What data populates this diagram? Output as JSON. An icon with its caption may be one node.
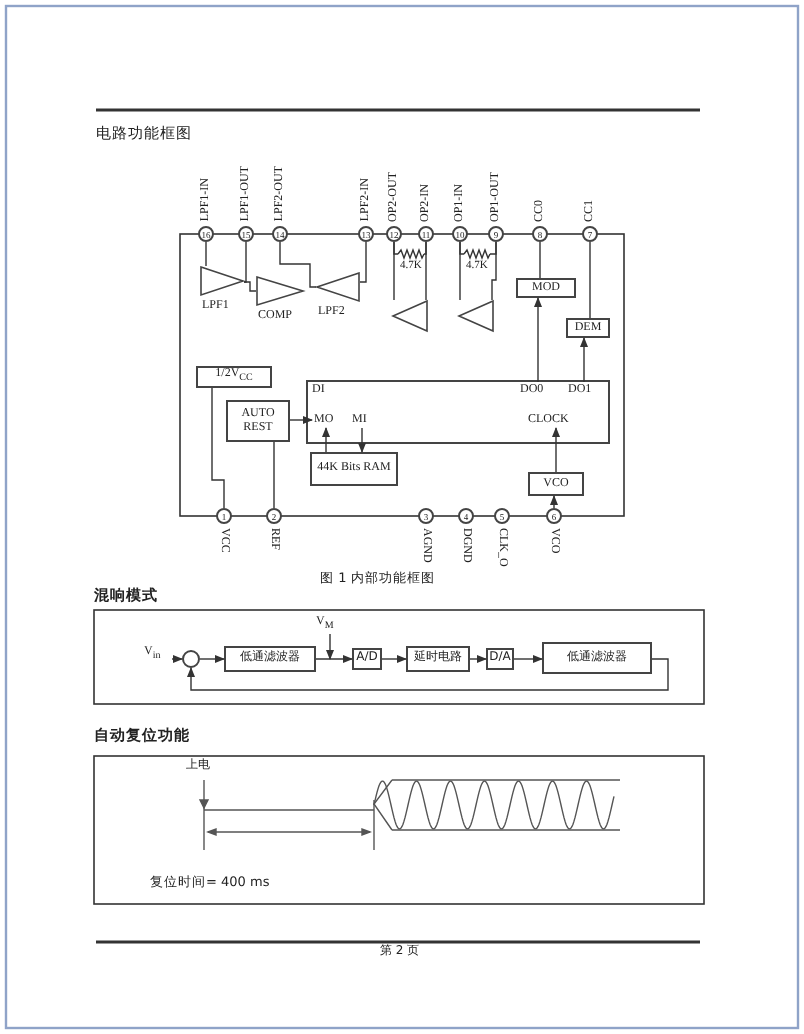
{
  "diagram": {
    "caption": "图 1 内部功能框图",
    "nodes": [
      {
        "text": [
          "16"
        ],
        "beside": [
          "LPF1-IN"
        ]
      },
      {
        "text": [
          "15"
        ],
        "beside": [
          "LPF1-OUT"
        ]
      },
      {
        "text": [
          "14"
        ],
        "beside": [
          "LPF2-OUT"
        ]
      },
      {
        "text": [
          "13"
        ],
        "beside": [
          "LPF2-IN"
        ]
      },
      {
        "text": [
          "12"
        ],
        "beside": [
          "OP2-OUT"
        ]
      },
      {
        "text": [
          "11"
        ],
        "beside": [
          "OP2-IN"
        ]
      },
      {
        "text": [
          "10"
        ],
        "beside": [
          "OP1-IN"
        ]
      },
      {
        "text": [
          "9"
        ],
        "beside": [
          "OP1-OUT"
        ]
      },
      {
        "text": [
          "8"
        ],
        "beside": [
          "CC0"
        ]
      },
      {
        "text": [
          "7"
        ],
        "beside": [
          "CC1"
        ]
      },
      {
        "text": [],
        "shape": "triangle",
        "beside": [
          "LPF1"
        ]
      },
      {
        "text": [],
        "shape": "triangle",
        "beside": [
          "COMP"
        ]
      },
      {
        "text": [],
        "shape": "triangle",
        "beside": [
          "LPF2"
        ]
      },
      {
        "text": [],
        "shape": "triangle"
      },
      {
        "text": [],
        "shape": "triangle"
      },
      {
        "text": [
          "MOD"
        ]
      },
      {
        "text": [
          "DEM"
        ]
      },
      {
        "text": [
          "1/2V$_{CC}$"
        ]
      },
      {
        "text": [
          "AUTO REST"
        ]
      },
      {
        "text": [],
        "shape": "box"
      },
      {
        "text": [
          "DI"
        ],
        "in": 19
      },
      {
        "text": [
          "DO0"
        ],
        "in": 19
      },
      {
        "text": [
          "DO1"
        ],
        "in": 19
      },
      {
        "text": [
          "MO"
        ],
        "in": 19
      },
      {
        "text": [
          "MI"
        ],
        "in": 19
      },
      {
        "text": [
          "CLOCK"
        ],
        "in": 19
      },
      {
        "text": [
          "44K Bits RAM"
        ]
      },
      {
        "text": [
          "VCO"
        ]
      },
      {
        "text": [
          "1"
        ],
        "beside": [
          "VCC"
        ]
      },
      {
        "text": [
          "2"
        ],
        "beside": [
          "REF"
        ]
      },
      {
        "text": [
          "3"
        ],
        "beside": [
          "AGND"
        ]
      },
      {
        "text": [
          "4"
        ],
        "beside": [
          "DGND"
        ]
      },
      {
        "text": [
          "5"
        ],
        "beside": [
          "CLK_O"
        ]
      },
      {
        "text": [
          "6"
        ],
        "beside": [
          "VCO"
        ]
      },
      {
        "text": [
          "V$_{in}$"
        ]
      },
      {
        "text": [],
        "shape": "circle"
      },
      {
        "text": [
          "低通滤波器"
        ]
      },
      {
        "text": [
          "V$_{M}$"
        ]
      },
      {
        "text": [
          "A/D"
        ]
      },
      {
        "text": [
          "延时电路"
        ]
      },
      {
        "text": [
          "D/A"
        ]
      },
      {
        "text": [
          "低通滤波器"
        ]
      },
      {
        "text": [
          "4.7K"
        ]
      },
      {
        "text": [
          "4.7K"
        ]
      }
    ],
    "edges": [
      {
        "from": 0,
        "to": 10,
        "arrow": "none"
      },
      {
        "from": 1,
        "to": 10,
        "arrow": "none"
      },
      {
        "from": 10,
        "to": 11,
        "arrow": "none"
      },
      {
        "from": 2,
        "to": 12,
        "arrow": "none"
      },
      {
        "from": 3,
        "to": 12,
        "arrow": "none"
      },
      {
        "from": 4,
        "to": 13,
        "arrow": "none"
      },
      {
        "from": 5,
        "to": 13,
        "arrow": "none"
      },
      {
        "from": 6,
        "to": 14,
        "arrow": "none"
      },
      {
        "from": 7,
        "to": 14,
        "arrow": "none"
      },
      {
        "from": 15,
        "to": 8,
        "arrow": "none"
      },
      {
        "from": 16,
        "to": 9,
        "arrow": "none"
      },
      {
        "from": 21,
        "to": 15,
        "arrow": "to"
      },
      {
        "from": 22,
        "to": 16,
        "arrow": "to"
      },
      {
        "from": 18,
        "to": 23,
        "arrow": "to"
      },
      {
        "from": 26,
        "to": 23,
        "arrow": "to"
      },
      {
        "from": 24,
        "to": 26,
        "arrow": "to"
      },
      {
        "from": 27,
        "to": 25,
        "arrow": "to"
      },
      {
        "from": 33,
        "to": 27,
        "arrow": "to"
      },
      {
        "from": 29,
        "to": 18,
        "arrow": "none"
      },
      {
        "from": 28,
        "to": 17,
        "arrow": "none"
      },
      {
        "from": 34,
        "to": 35,
        "arrow": "to"
      },
      {
        "from": 35,
        "to": 36,
        "arrow": "to"
      },
      {
        "from": 36,
        "to": 38,
        "arrow": "to"
      },
      {
        "from": 37,
        "to": null,
        "arrow": "to"
      },
      {
        "from": 38,
        "to": 39,
        "arrow": "to"
      },
      {
        "from": 39,
        "to": 40,
        "arrow": "to"
      },
      {
        "from": 40,
        "to": 41,
        "arrow": "to"
      },
      {
        "from": 41,
        "to": 35,
        "arrow": "to"
      },
      {
        "from": 4,
        "to": 42,
        "arrow": "none"
      },
      {
        "from": 42,
        "to": 5,
        "arrow": "none"
      },
      {
        "from": 6,
        "to": 43,
        "arrow": "none"
      },
      {
        "from": 43,
        "to": 7,
        "arrow": "none"
      }
    ],
    "labels": [
      "电路功能框图",
      "混响模式",
      "自动复位功能",
      "上电",
      "复位时间= 400 ms",
      "第 2 页"
    ]
  }
}
